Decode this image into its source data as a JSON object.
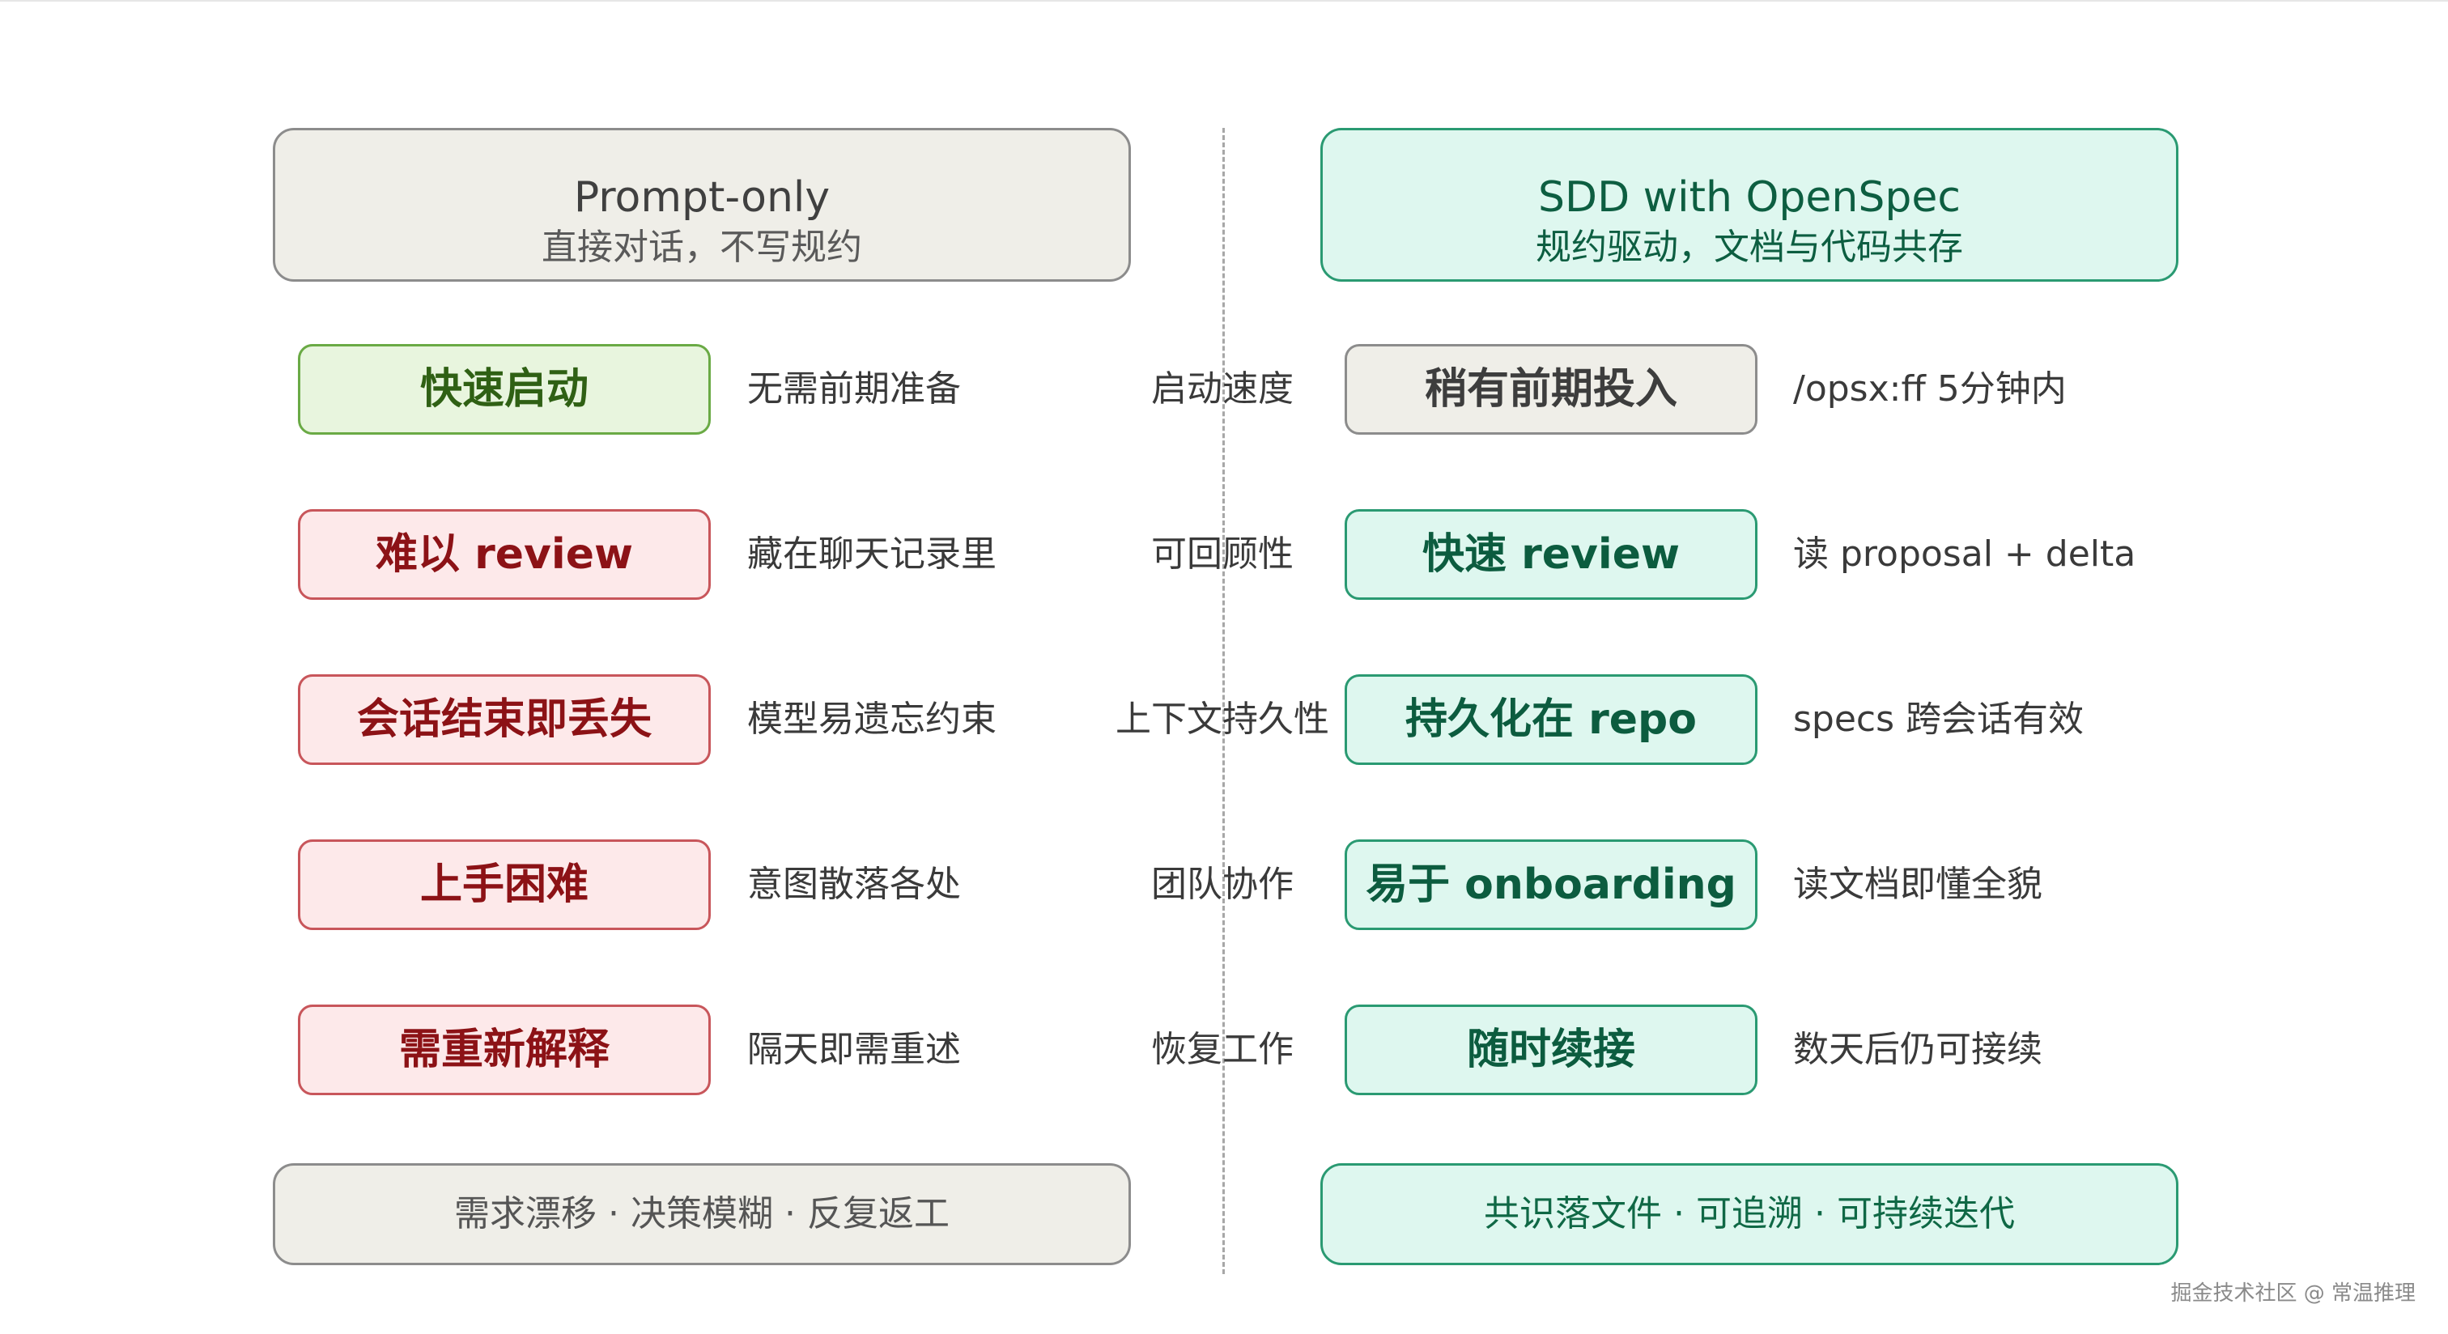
{
  "left_header": {
    "title": "Prompt-only",
    "subtitle": "直接对话，不写规约"
  },
  "right_header": {
    "title": "SDD with OpenSpec",
    "subtitle": "规约驱动，文档与代码共存"
  },
  "rows": [
    {
      "dimension": "启动速度",
      "left_tag": "快速启动",
      "left_note": "无需前期准备",
      "right_tag": "稍有前期投入",
      "right_note": "/opsx:ff 5分钟内"
    },
    {
      "dimension": "可回顾性",
      "left_tag": "难以 review",
      "left_note": "藏在聊天记录里",
      "right_tag": "快速 review",
      "right_note": "读 proposal + delta"
    },
    {
      "dimension": "上下文持久性",
      "left_tag": "会话结束即丢失",
      "left_note": "模型易遗忘约束",
      "right_tag": "持久化在 repo",
      "right_note": "specs 跨会话有效"
    },
    {
      "dimension": "团队协作",
      "left_tag": "上手困难",
      "left_note": "意图散落各处",
      "right_tag": "易于 onboarding",
      "right_note": "读文档即懂全貌"
    },
    {
      "dimension": "恢复工作",
      "left_tag": "需重新解释",
      "left_note": "隔天即需重述",
      "right_tag": "随时续接",
      "right_note": "数天后仍可接续"
    }
  ],
  "left_footer": "需求漂移 · 决策模糊 · 反复返工",
  "right_footer": "共识落文件 · 可追溯 · 可持续迭代",
  "watermark": "掘金技术社区 @ 常温推理",
  "colors": {
    "neutral_fill": "#efeee8",
    "neutral_border": "#8c8c8c",
    "teal_fill": "#def7ef",
    "teal_border": "#2a9a72",
    "red_fill": "#fde9ea",
    "red_border": "#c8565b",
    "green_fill": "#e8f5de",
    "green_border": "#6aaa45"
  }
}
